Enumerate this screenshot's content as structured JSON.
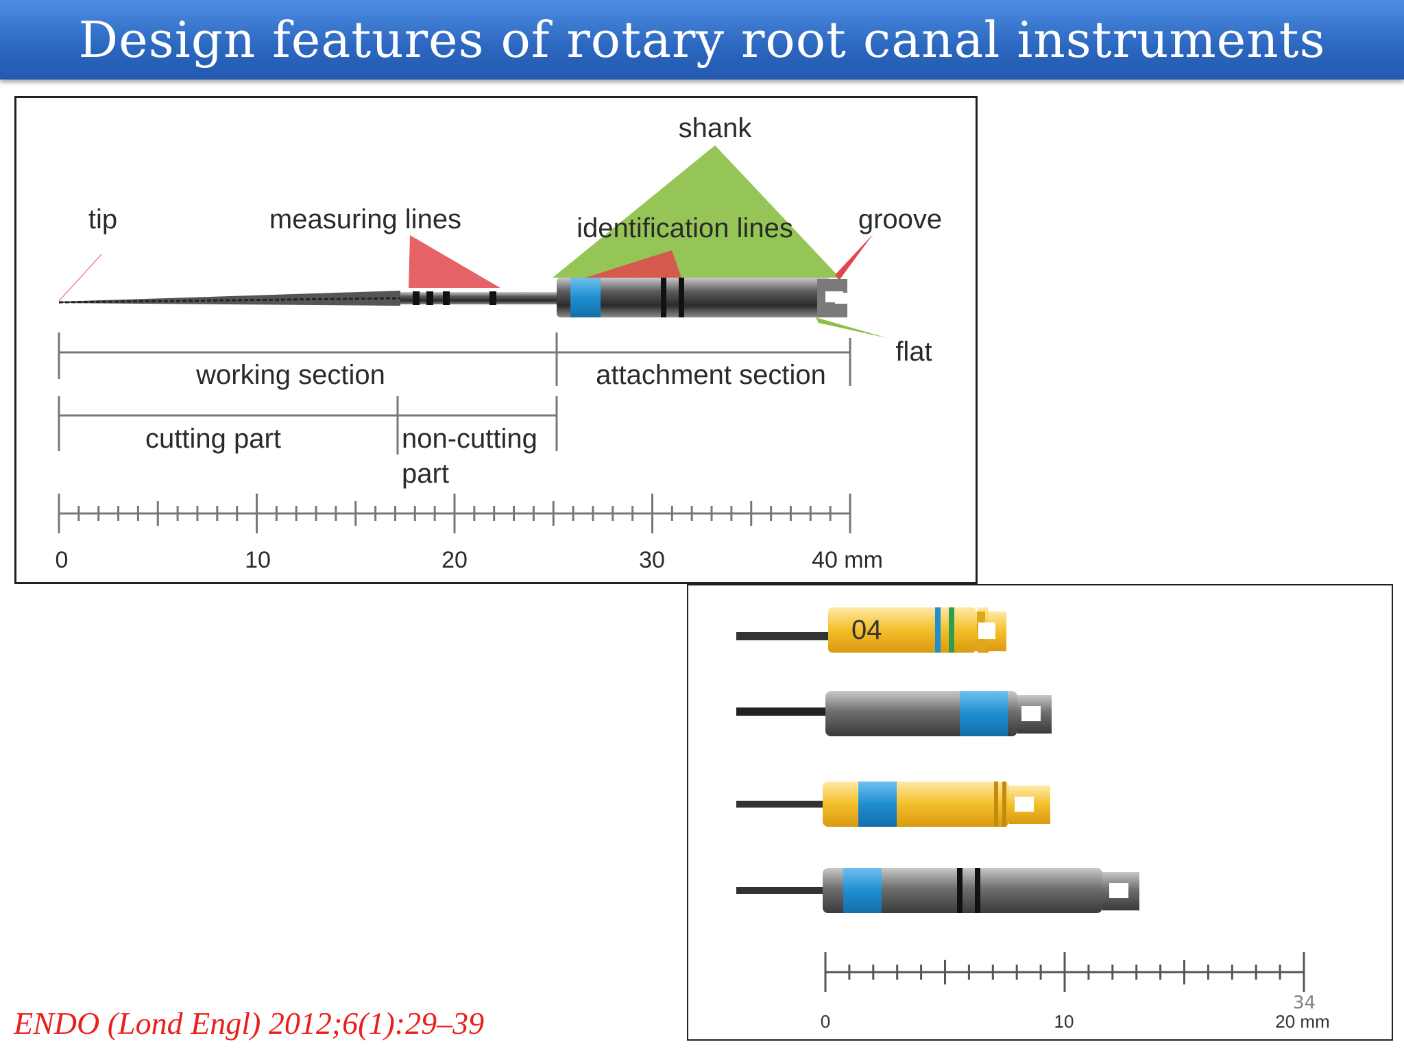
{
  "slide": {
    "title": "Design features of rotary root canal instruments",
    "citation": "ENDO (Lond Engl) 2012;6(1):29–39",
    "page_number": "34"
  },
  "diagram1": {
    "labels": {
      "shank": "shank",
      "tip": "tip",
      "measuring_lines": "measuring lines",
      "identification_lines": "identification lines",
      "groove": "groove",
      "flat": "flat",
      "working_section": "working section",
      "attachment_section": "attachment section",
      "cutting_part": "cutting part",
      "non_cutting_1": "non-cutting",
      "non_cutting_2": "part"
    },
    "scale_ticks": [
      "0",
      "10",
      "20",
      "30",
      "40 mm"
    ],
    "colors": {
      "green": "#8bbf45",
      "red": "#e0474c",
      "blue": "#1f8fd1"
    }
  },
  "diagram2": {
    "handle1_label": "04",
    "scale_ticks": [
      "0",
      "10",
      "20 mm"
    ],
    "colors": {
      "yellow": "#f4bf2a",
      "blue": "#1f8fd1",
      "green": "#2e9e4e",
      "grey": "#6f6f6f"
    }
  }
}
